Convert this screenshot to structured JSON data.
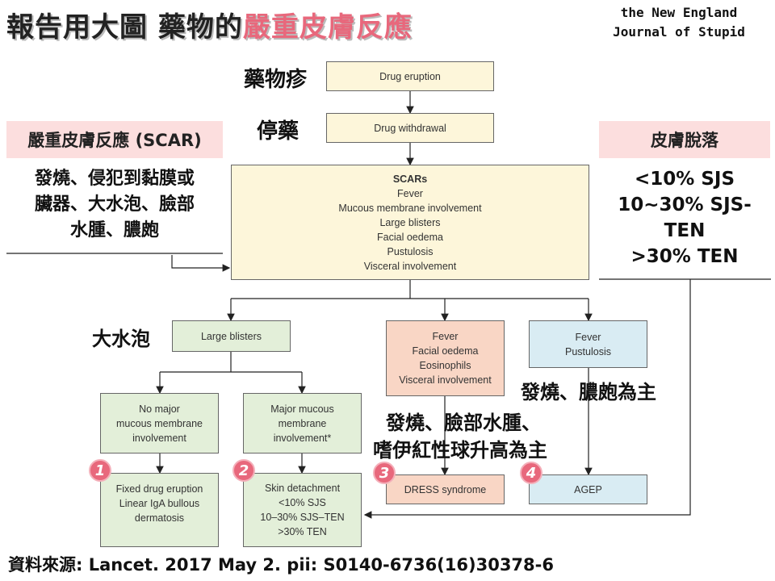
{
  "title": {
    "prefix": "報告用大圖 藥物的",
    "highlight": "嚴重皮膚反應"
  },
  "logo": {
    "line1": "the New England",
    "line2": "Journal of Stupid"
  },
  "labels": {
    "drug_rash": "藥物疹",
    "stop_drug": "停藥",
    "large_blister": "大水泡",
    "dress_note_1": "發燒、臉部水腫、",
    "dress_note_2": "嗜伊紅性球升高為主",
    "agep_note": "發燒、膿皰為主"
  },
  "left_panel": {
    "header": "嚴重皮膚反應 (SCAR)",
    "body": [
      "發燒、侵犯到黏膜或",
      "臟器、大水泡、臉部",
      "水腫、膿皰"
    ]
  },
  "right_panel": {
    "header": "皮膚脫落",
    "body": [
      "<10% SJS",
      "10~30% SJS-",
      "TEN",
      ">30% TEN"
    ]
  },
  "boxes": {
    "drug_eruption": "Drug eruption",
    "drug_withdrawal": "Drug withdrawal",
    "scars": [
      "SCARs",
      "Fever",
      "Mucous membrane involvement",
      "Large blisters",
      "Facial oedema",
      "Pustulosis",
      "Visceral involvement"
    ],
    "large_blisters": "Large blisters",
    "dress_criteria": [
      "Fever",
      "Facial oedema",
      "Eosinophils",
      "Visceral involvement"
    ],
    "agep_criteria": [
      "Fever",
      "Pustulosis"
    ],
    "no_major_mucous": [
      "No major",
      "mucous membrane",
      "involvement"
    ],
    "major_mucous": [
      "Major mucous",
      "membrane",
      "involvement*"
    ],
    "fixed_drug": [
      "Fixed drug eruption",
      "Linear IgA bullous",
      "dermatosis"
    ],
    "skin_detachment": [
      "Skin detachment",
      "<10% SJS",
      "10–30% SJS–TEN",
      ">30% TEN"
    ],
    "dress_syndrome": "DRESS syndrome",
    "agep": "AGEP"
  },
  "badges": [
    "1",
    "2",
    "3",
    "4"
  ],
  "footer": "資料來源: Lancet. 2017 May 2. pii: S0140-6736(16)30378-6",
  "colors": {
    "accent": "#e8687c",
    "yellow": "#fdf6da",
    "green": "#e3efd9",
    "salmon": "#f9d6c5",
    "blue": "#d9ecf3",
    "pink_bar": "#fcdede"
  }
}
